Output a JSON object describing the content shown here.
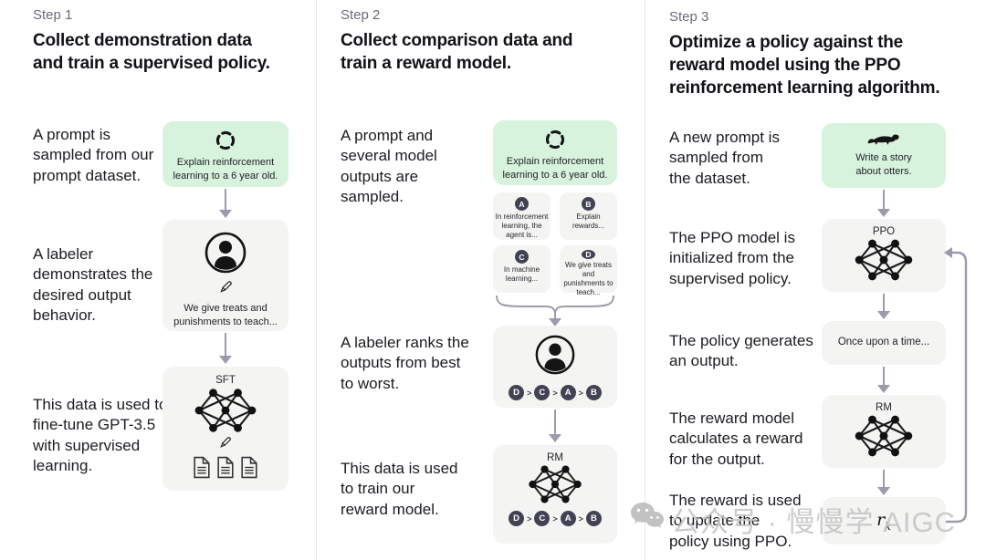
{
  "colors": {
    "prompt_box_green": "#d7f3dd",
    "model_box_gray": "#f4f4f2",
    "badge_dark": "#414252",
    "arrow_gray_purple": "#9b9bad",
    "watermark_gray": "#c6c6c6"
  },
  "separator": ">",
  "watermark": {
    "text": "公众号 · 慢慢学 AIGC"
  },
  "steps": [
    {
      "label": "Step 1",
      "title": "Collect demonstration data\nand train a supervised policy.",
      "captions": [
        "A prompt is\nsampled from our\nprompt dataset.",
        "A labeler\ndemonstrates the\ndesired output\nbehavior.",
        "This data is used to\nfine-tune GPT-3.5\nwith supervised\nlearning."
      ],
      "prompt_box": "Explain reinforcement\nlearning to a 6 year old.",
      "labeler_box": "We give treats and\npunishments to teach...",
      "model_label": "SFT"
    },
    {
      "label": "Step 2",
      "title": "Collect comparison data and\ntrain a reward model.",
      "captions": [
        "A prompt and\nseveral model\noutputs are\nsampled.",
        "A labeler ranks the\noutputs from best\nto worst.",
        "This data is used\nto train our\nreward model."
      ],
      "prompt_box": "Explain reinforcement\nlearning to a 6 year old.",
      "outputs": [
        {
          "letter": "A",
          "text": "In reinforcement\nlearning, the\nagent is..."
        },
        {
          "letter": "B",
          "text": "Explain rewards..."
        },
        {
          "letter": "C",
          "text": "In machine\nlearning..."
        },
        {
          "letter": "D",
          "text": "We give treats and\npunishments to\nteach..."
        }
      ],
      "ranking": [
        "D",
        "C",
        "A",
        "B"
      ],
      "model_label": "RM"
    },
    {
      "label": "Step 3",
      "title": "Optimize a policy against the\nreward model using the PPO\nreinforcement learning algorithm.",
      "captions": [
        "A new prompt is\nsampled from\nthe dataset.",
        "The PPO model is\ninitialized from the\nsupervised policy.",
        "The policy generates\nan output.",
        "The reward model\ncalculates a reward\nfor the output.",
        "The reward is used\nto update the\npolicy using PPO."
      ],
      "prompt_box": "Write a story\nabout otters.",
      "policy_label": "PPO",
      "output_box": "Once upon a time...",
      "model_label": "RM",
      "reward_symbol": "r",
      "reward_subscript": "k"
    }
  ]
}
